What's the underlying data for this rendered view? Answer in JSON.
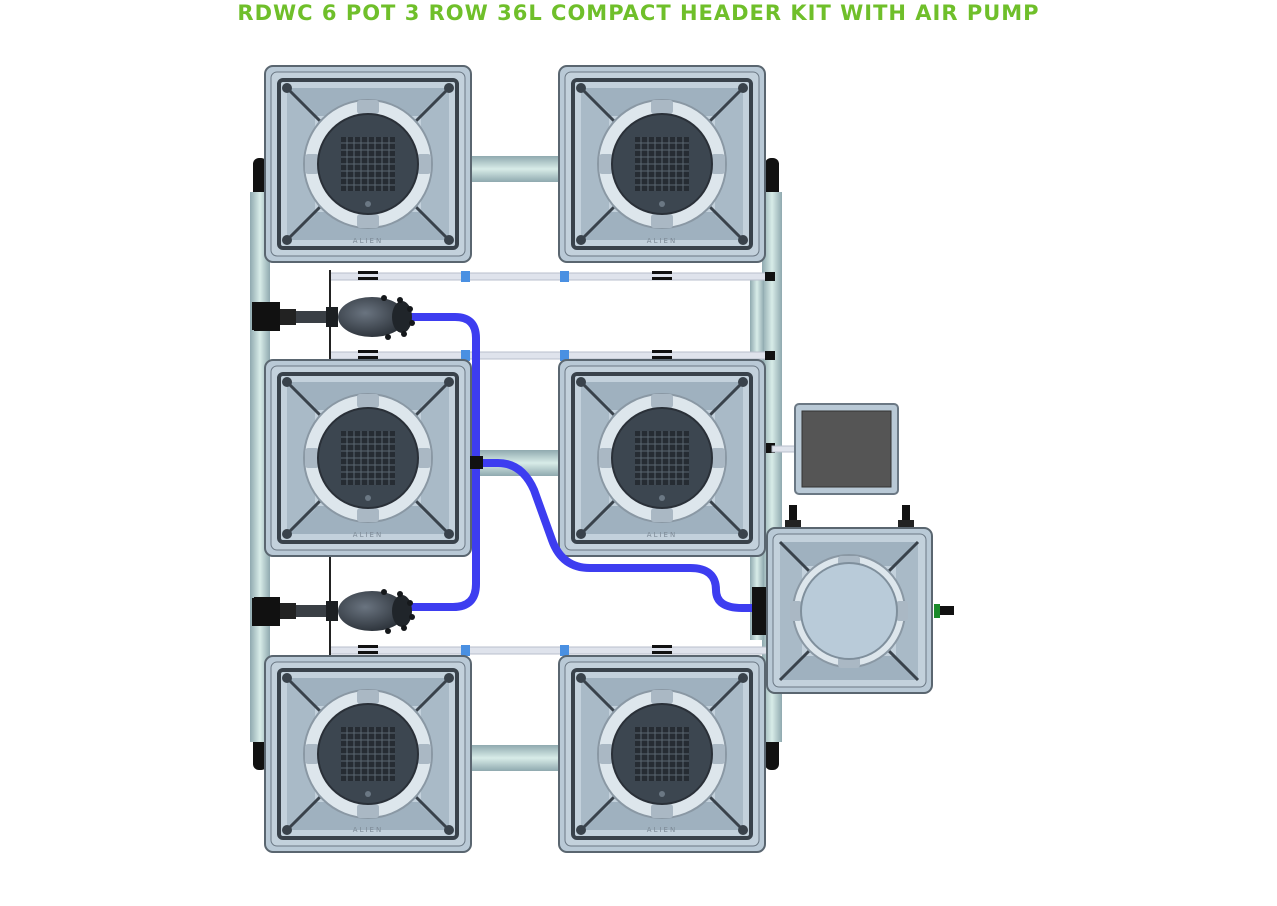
{
  "title": "RDWC 6 POT 3 ROW 36L COMPACT HEADER KIT WITH AIR PUMP",
  "pot_brand_text": "ALIEN",
  "pots": [
    {
      "name": "pot-row1-left"
    },
    {
      "name": "pot-row1-right"
    },
    {
      "name": "pot-row2-left"
    },
    {
      "name": "pot-row2-right"
    },
    {
      "name": "pot-row3-left"
    },
    {
      "name": "pot-row3-right"
    }
  ],
  "colors": {
    "title": "#6fbf2a",
    "pot_body": "#b9c9d6",
    "pot_dark": "#3c4650",
    "air_hose": "#3d3df0",
    "pipe": "#a9c2c8",
    "air_line": "#dfe3ec",
    "connector": "#4a90e2",
    "display": "#555555"
  },
  "components": [
    "header-tank",
    "air-pump-display",
    "air-pump-upper",
    "air-pump-lower"
  ]
}
